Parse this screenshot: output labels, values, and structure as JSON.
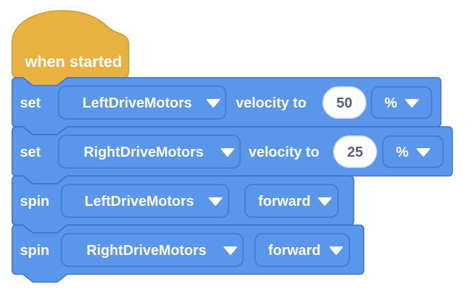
{
  "palette": {
    "block_fill": "#5B96ED",
    "block_border": "#3E74C9",
    "dropdown_border": "#4379CF",
    "hat_fill": "#E8B240",
    "hat_border": "#D29B2C",
    "value_text": "#575E75",
    "label_text": "#FFFFFF"
  },
  "hat": {
    "label": "when started"
  },
  "blocks": [
    {
      "verb": "set",
      "motor": "LeftDriveMotors",
      "mid_label": "velocity to",
      "value": "50",
      "unit": "%"
    },
    {
      "verb": "set",
      "motor": "RightDriveMotors",
      "mid_label": "velocity to",
      "value": "25",
      "unit": "%"
    },
    {
      "verb": "spin",
      "motor": "LeftDriveMotors",
      "direction": "forward"
    },
    {
      "verb": "spin",
      "motor": "RightDriveMotors",
      "direction": "forward"
    }
  ]
}
